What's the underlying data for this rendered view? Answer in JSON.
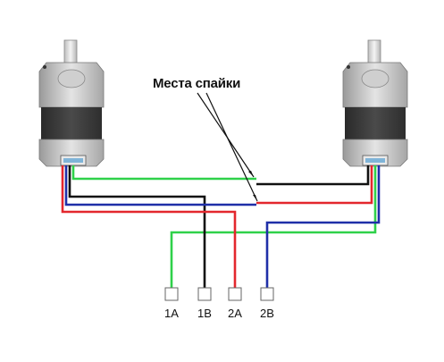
{
  "annotation": {
    "label": "Места спайки"
  },
  "terminals": [
    {
      "label": "1A"
    },
    {
      "label": "1B"
    },
    {
      "label": "2A"
    },
    {
      "label": "2B"
    }
  ],
  "colors": {
    "green": "#2fd14a",
    "black": "#111111",
    "red": "#e3272d",
    "blue": "#1f2fa8",
    "motor_light": "#d8d8d8",
    "motor_mid": "#8f8f8f",
    "motor_dark": "#3c3c3c",
    "connector_blue": "#7fb4d8"
  }
}
